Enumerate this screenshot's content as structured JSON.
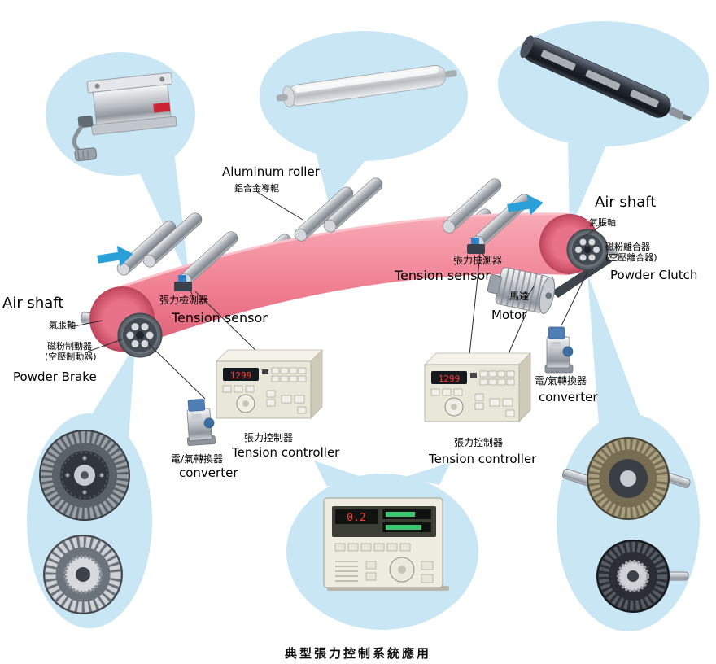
{
  "title": "典型張力控制系統應用",
  "callouts": {
    "aluminum_roller": {
      "en": "Aluminum roller",
      "zh": "鋁合金導輥"
    },
    "air_shaft_right": {
      "en": "Air shaft",
      "zh": "氣脹軸"
    },
    "powder_clutch": {
      "en": "Powder Clutch",
      "zh_line1": "磁粉離合器",
      "zh_line2": "(空壓離合器)"
    },
    "tension_sensor_right": {
      "en": "Tension sensor",
      "zh": "張力檢測器"
    },
    "motor": {
      "en": "Motor",
      "zh": "馬達"
    },
    "air_shaft_left": {
      "en": "Air shaft",
      "zh": "氣脹軸"
    },
    "powder_brake": {
      "en": "Powder Brake",
      "zh_line1": "磁粉制動器",
      "zh_line2": "(空壓制動器)"
    },
    "tension_sensor_left": {
      "en": "Tension sensor",
      "zh": "張力檢測器"
    },
    "tension_controller_left": {
      "en": "Tension controller",
      "zh": "張力控制器"
    },
    "tension_controller_right": {
      "en": "Tension controller",
      "zh": "張力控制器"
    },
    "converter_left": {
      "en": "converter",
      "zh": "電/氣轉換器"
    },
    "converter_right": {
      "en": "converter",
      "zh": "電/氣轉換器"
    }
  },
  "devices": {
    "controller_left_display": "1299",
    "controller_right_display": "1299",
    "main_controller_display": "0.2"
  },
  "colors": {
    "bubble": "#c9e6f4",
    "belt": "#ef7f91",
    "arrow_blue": "#2b9fd8",
    "led_red": "#ff3b30",
    "led_green": "#3fc46e",
    "panel_beige": "#e9e6da"
  }
}
